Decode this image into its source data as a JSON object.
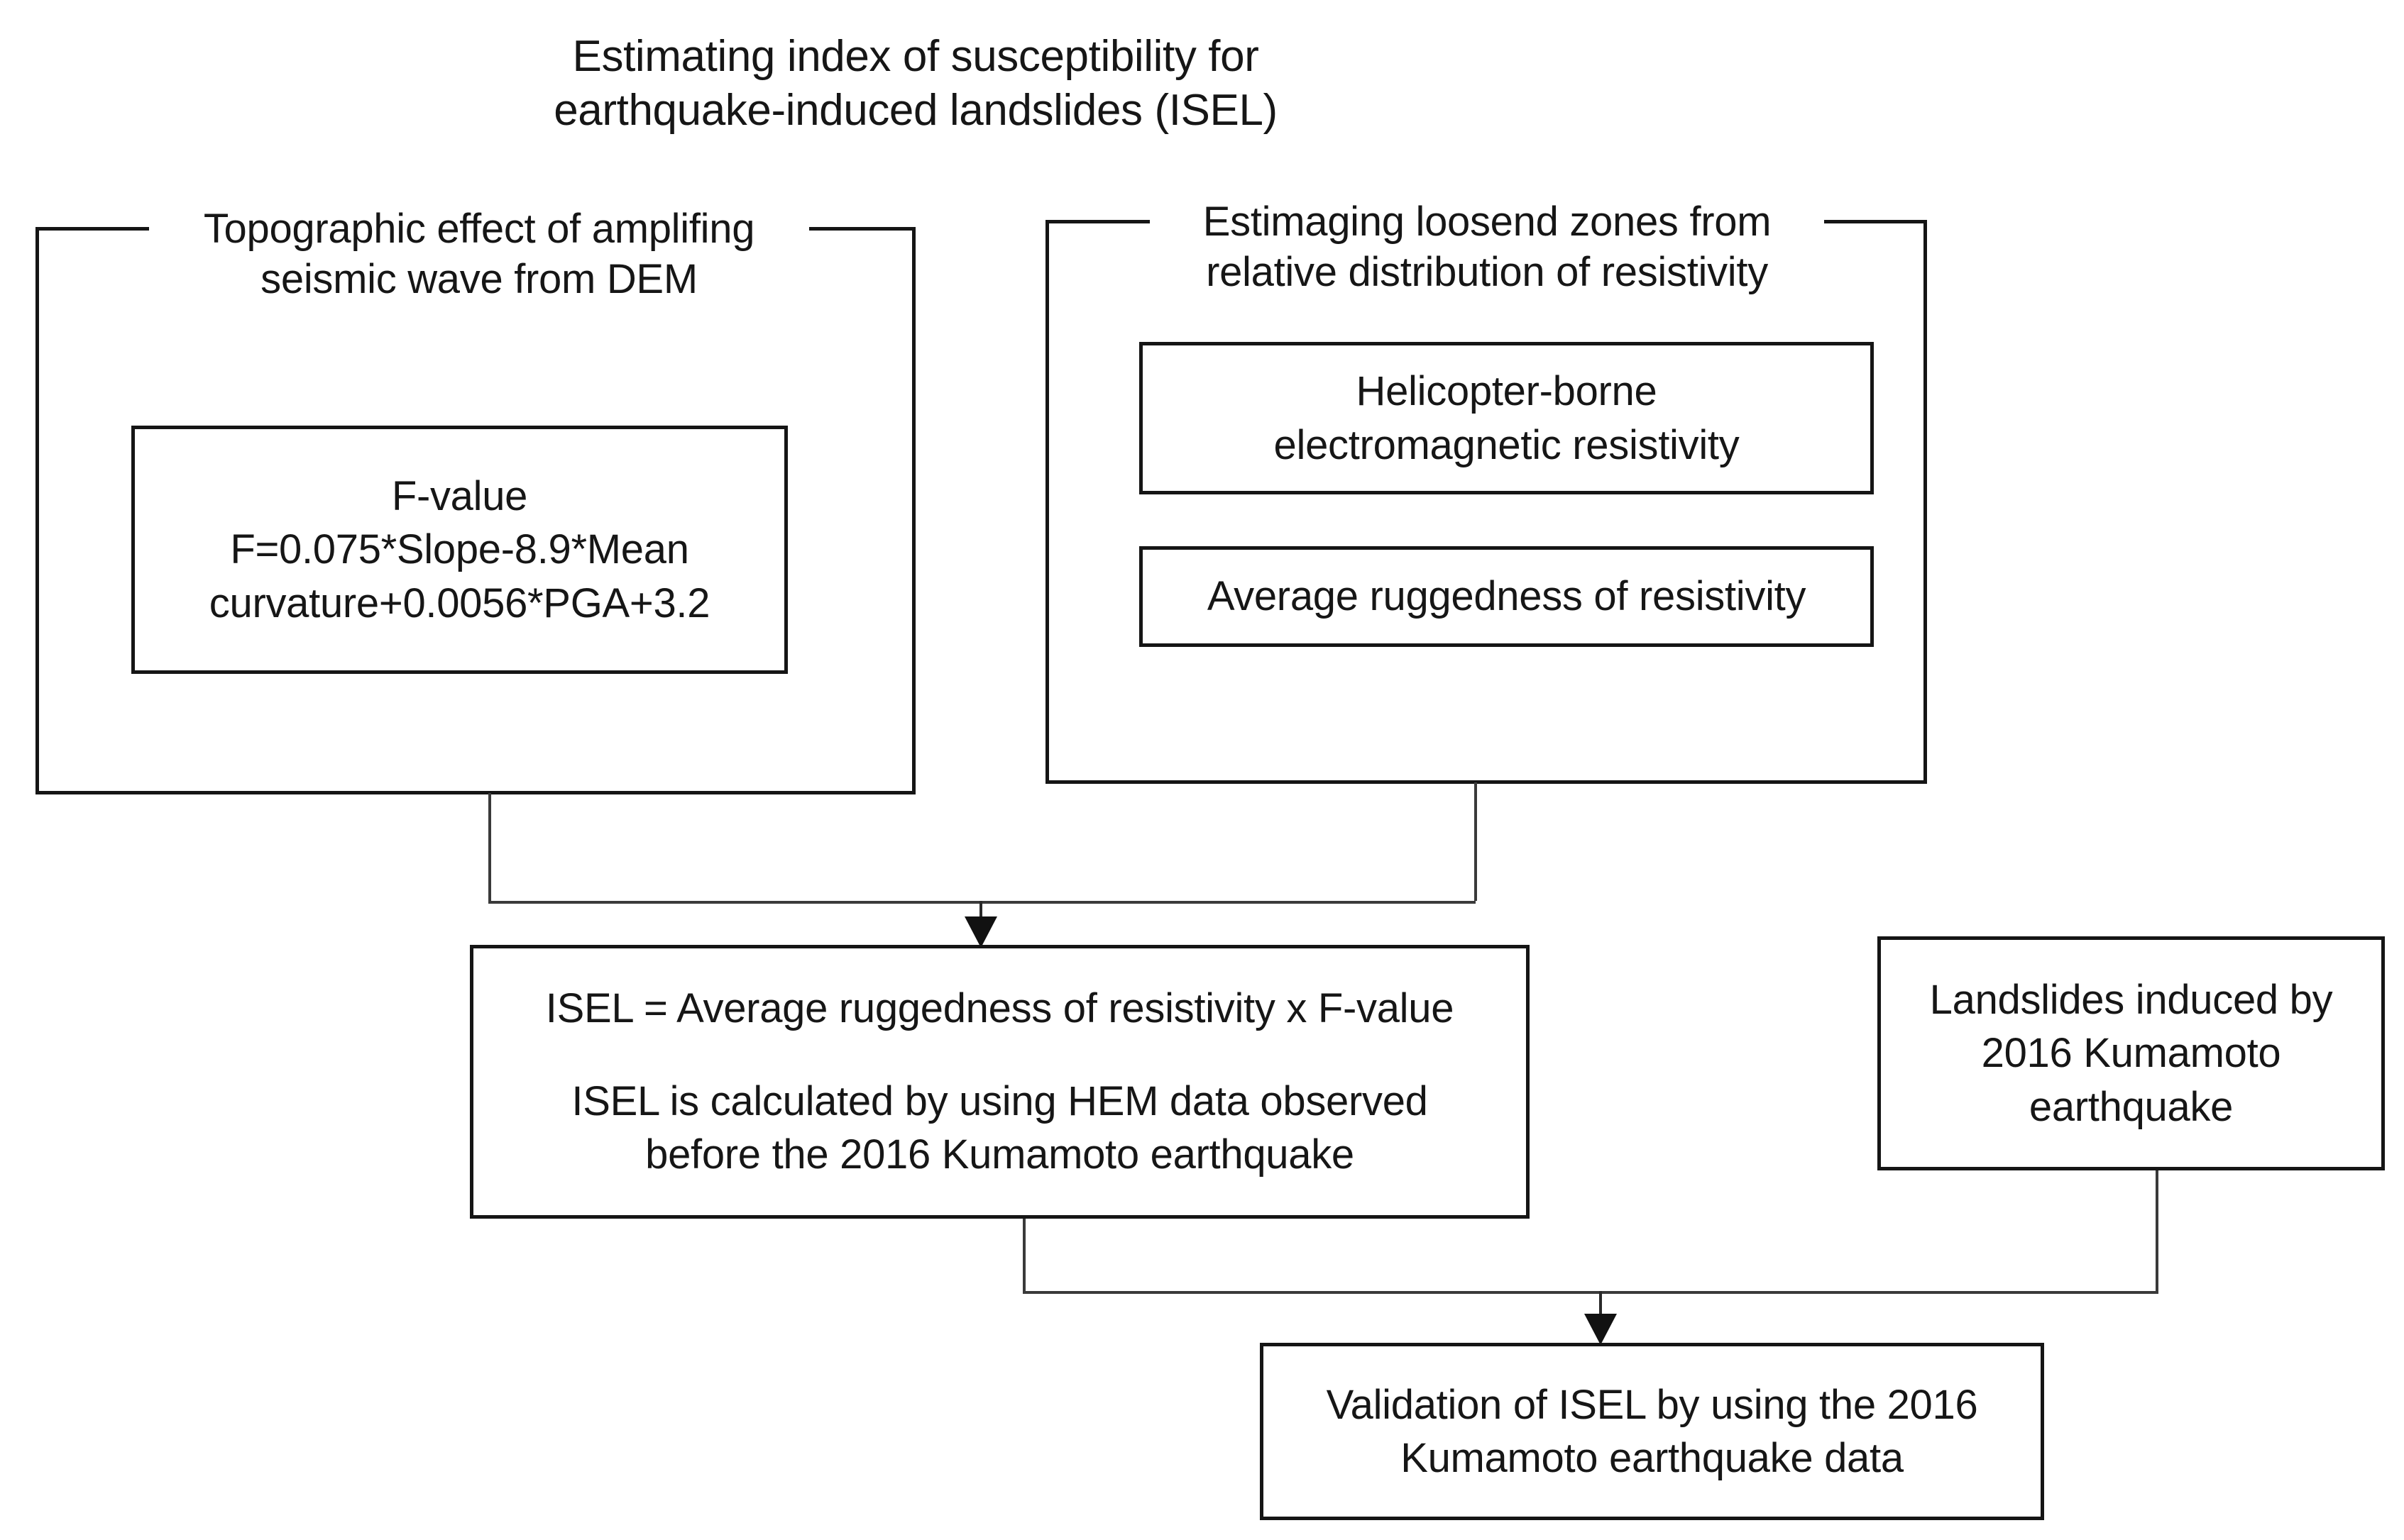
{
  "diagram": {
    "title_line1": "Estimating index of susceptibility for",
    "title_line2": "earthquake-induced landslides (ISEL)",
    "accent_color": "#161616",
    "line_color": "#3a3a3a",
    "background_color": "#ffffff"
  },
  "groups": {
    "left": {
      "label_line1": "Topographic effect of amplifing",
      "label_line2": "seismic wave from DEM",
      "child": {
        "line1": "F-value",
        "line2": "F=0.075*Slope-8.9*Mean",
        "line3": "curvature+0.0056*PGA+3.2"
      }
    },
    "right": {
      "label_line1": "Estimaging loosend zones from",
      "label_line2": "relative distribution of resistivity",
      "child1": {
        "line1": "Helicopter-borne",
        "line2": "electromagnetic resistivity"
      },
      "child2": {
        "line1": "Average ruggedness of resistivity"
      }
    }
  },
  "nodes": {
    "isel": {
      "line1": "ISEL = Average ruggedness of resistivity x F-value",
      "line2": "ISEL is calculated by using HEM data observed",
      "line3": "before the 2016 Kumamoto earthquake"
    },
    "landslides": {
      "line1": "Landslides induced by",
      "line2": "2016 Kumamoto",
      "line3": "earthquake"
    },
    "validation": {
      "line1": "Validation of ISEL by using the 2016",
      "line2": "Kumamoto earthquake data"
    }
  }
}
